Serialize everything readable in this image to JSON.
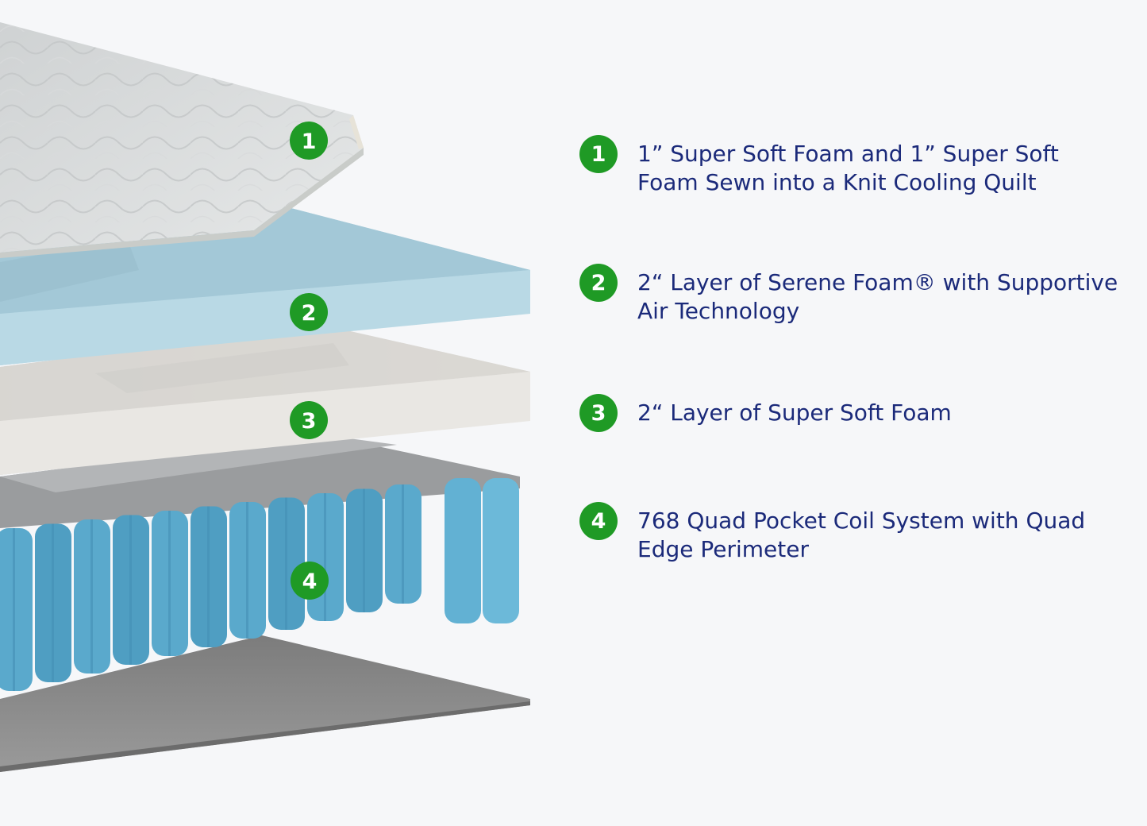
{
  "colors": {
    "badge": "#1f9a25",
    "text": "#1b2a7a",
    "background": "#f6f7f9",
    "quilt": "#dfe1e2",
    "serene_foam": "#a9cfdd",
    "soft_foam": "#e6e3df",
    "coils": "#5fb0d2",
    "base": "#8a8a8a"
  },
  "layers": [
    {
      "number": "1",
      "description": "1” Super Soft Foam and 1” Super Soft Foam Sewn into a Knit Cooling Quilt"
    },
    {
      "number": "2",
      "description": "2“ Layer of Serene Foam® with Supportive Air Technology"
    },
    {
      "number": "3",
      "description": "2“ Layer of Super Soft Foam"
    },
    {
      "number": "4",
      "description": "768 Quad Pocket Coil System with Quad Edge Perimeter"
    }
  ]
}
